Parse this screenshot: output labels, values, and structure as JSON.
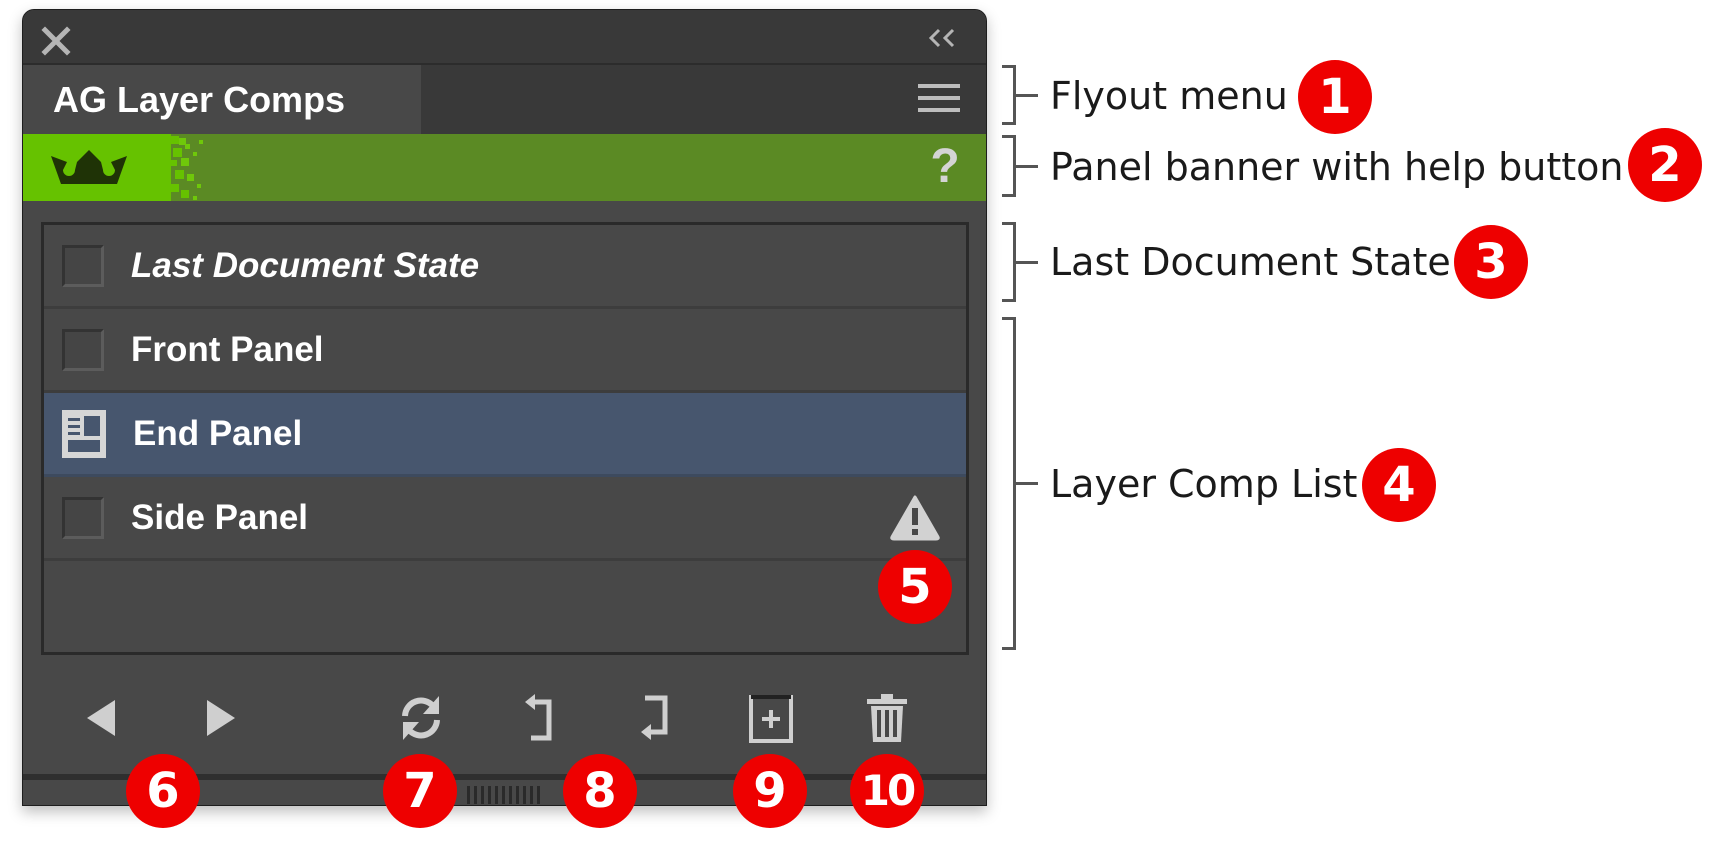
{
  "panel": {
    "title": "AG Layer Comps",
    "close_icon": "close-icon",
    "collapse_icon": "double-chevron-left-icon",
    "collapse_label": "<<",
    "menu_icon": "hamburger-menu-icon",
    "banner": {
      "logo_icon": "crown-icon",
      "help_label": "?",
      "colors": {
        "light_green": "#66c200",
        "dark_green": "#5b8a24"
      }
    },
    "layer_comps": [
      {
        "label": "Last Document State",
        "italic": true,
        "icon": "checkbox",
        "selected": false,
        "warning": false
      },
      {
        "label": "Front Panel",
        "italic": false,
        "icon": "checkbox",
        "selected": false,
        "warning": false
      },
      {
        "label": "End Panel",
        "italic": false,
        "icon": "layer-comp-icon",
        "selected": true,
        "warning": false
      },
      {
        "label": "Side Panel",
        "italic": false,
        "icon": "checkbox",
        "selected": false,
        "warning": true
      }
    ],
    "toolbar": {
      "buttons": [
        {
          "name": "previous",
          "icon": "triangle-left-icon"
        },
        {
          "name": "next",
          "icon": "triangle-right-icon"
        },
        {
          "name": "refresh",
          "icon": "refresh-icon"
        },
        {
          "name": "update-up",
          "icon": "update-up-icon"
        },
        {
          "name": "update-down",
          "icon": "update-down-icon"
        },
        {
          "name": "new-comp",
          "icon": "new-comp-icon"
        },
        {
          "name": "delete",
          "icon": "trash-icon"
        }
      ]
    },
    "colors": {
      "selected_row": "#47566e",
      "panel_bg": "#484848",
      "title_bg": "#393939"
    }
  },
  "annotations": [
    {
      "number": "1",
      "label": "Flyout menu"
    },
    {
      "number": "2",
      "label": "Panel banner with help button"
    },
    {
      "number": "3",
      "label": "Last Document State"
    },
    {
      "number": "4",
      "label": "Layer Comp List"
    },
    {
      "number": "5"
    },
    {
      "number": "6"
    },
    {
      "number": "7"
    },
    {
      "number": "8"
    },
    {
      "number": "9"
    },
    {
      "number": "10"
    }
  ],
  "badge_color": "#ee0000"
}
